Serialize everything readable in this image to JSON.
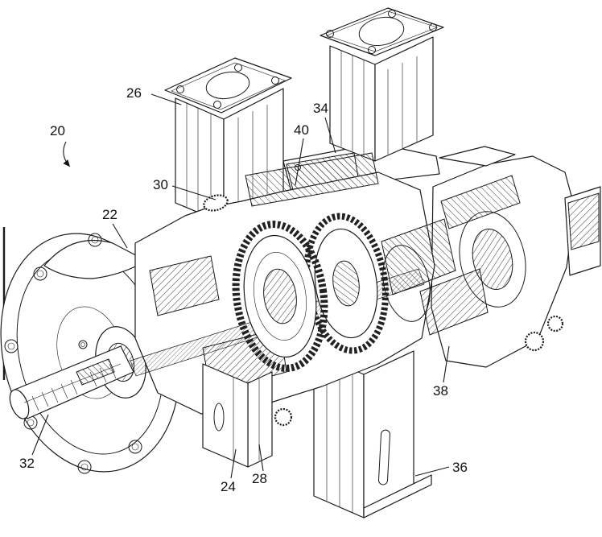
{
  "figure": {
    "kind": "patent-line-drawing",
    "ink_color": "#1a1a1a",
    "background_color": "#ffffff"
  },
  "labels": [
    {
      "text": "20"
    },
    {
      "text": "22"
    },
    {
      "text": "24"
    },
    {
      "text": "26"
    },
    {
      "text": "28"
    },
    {
      "text": "30"
    },
    {
      "text": "32"
    },
    {
      "text": "34"
    },
    {
      "text": "36"
    },
    {
      "text": "38"
    },
    {
      "text": "40"
    }
  ]
}
